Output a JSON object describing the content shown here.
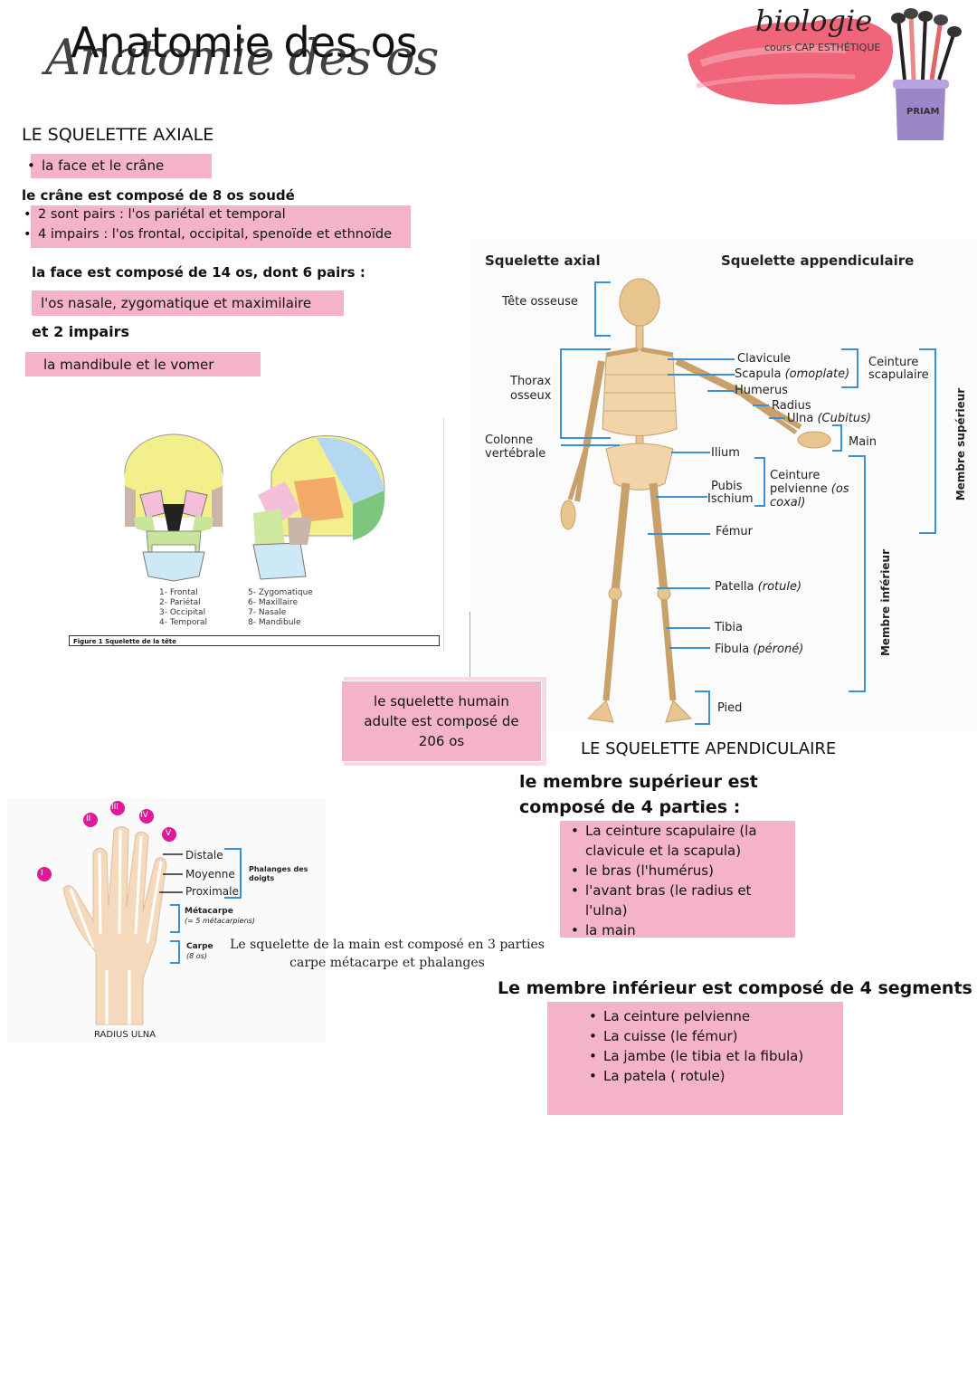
{
  "header": {
    "title": "Anatomie des os",
    "badge": "biologie",
    "subbadge": "cours CAP ESTHÉTIQUE",
    "cup_label": "PRIAM"
  },
  "axial": {
    "heading": "LE SQUELETTE AXIALE",
    "item": "la face et le crâne",
    "skull_heading": "le crâne est composé de 8 os soudé",
    "skull_items": [
      "2 sont pairs : l'os pariétal et temporal",
      "4 impairs : l'os frontal, occipital, spenoïde et ethnoïde"
    ],
    "face_heading": "la face est composé de 14 os, dont 6  pairs :",
    "face_pairs": "l'os nasale, zygomatique et maximilaire",
    "odd_heading": "et 2 impairs",
    "face_odd": "la mandibule et le vomer"
  },
  "skull_figure": {
    "legend_left": [
      "1- Frontal",
      "2- Pariétal",
      "3- Occipital",
      "4- Temporal"
    ],
    "legend_right": [
      "5- Zygomatique",
      "6- Maxillaire",
      "7- Nasale",
      "8- Mandibule"
    ],
    "caption": "Figure 1 Squelette de la tête"
  },
  "skeleton": {
    "title_left": "Squelette axial",
    "title_right": "Squelette appendiculaire",
    "tete": "Tête osseuse",
    "thorax": "Thorax osseux",
    "colonne": "Colonne vertébrale",
    "clavicule": "Clavicule",
    "scapula": "Scapula",
    "scapula_alt": "(omoplate)",
    "humerus": "Humerus",
    "radius": "Radius",
    "ulna": "Ulna",
    "ulna_alt": "(Cubitus)",
    "ceinture_scap": "Ceinture scapulaire",
    "main": "Main",
    "ilium": "Ilium",
    "pubis": "Pubis",
    "ischium": "Ischium",
    "ceinture_pelv": "Ceinture pelvienne",
    "ceinture_pelv_alt": "(os coxal)",
    "femur": "Fémur",
    "patella": "Patella",
    "patella_alt": "(rotule)",
    "tibia": "Tibia",
    "fibula": "Fibula",
    "fibula_alt": "(péroné)",
    "pied": "Pied",
    "membre_sup": "Membre supérieur",
    "membre_inf": "Membre inférieur"
  },
  "count_note": "le squelette humain adulte est composé de 206 os",
  "hand": {
    "roman": [
      "I",
      "II",
      "III",
      "IV",
      "V"
    ],
    "distale": "Distale",
    "moyenne": "Moyenne",
    "proximale": "Proximale",
    "phalanges": "Phalanges des doigts",
    "metacarpe": "Métacarpe",
    "metacarpe_sub": "(= 5 métacarpiens)",
    "carpe": "Carpe",
    "carpe_sub": "(8 os)",
    "radius_ulna": "RADIUS ULNA",
    "note_line1": "Le squelette de la main est composé en 3 parties",
    "note_line2": "carpe métacarpe et phalanges"
  },
  "appendicular": {
    "heading": "LE SQUELETTE APENDICULAIRE",
    "upper_heading_1": "le membre supérieur est",
    "upper_heading_2": "composé de 4 parties :",
    "upper_items": [
      "La ceinture scapulaire (la clavicule et  la scapula)",
      "le bras (l'humérus)",
      "l'avant bras (le radius et l'ulna)",
      "la main"
    ],
    "lower_heading": "Le membre inférieur est composé de 4 segments",
    "lower_items": [
      "La ceinture pelvienne",
      "La cuisse (le fémur)",
      "La jambe (le tibia et la fibula)",
      "La patela ( rotule)"
    ]
  },
  "colors": {
    "highlight": "#f4b3cb",
    "bracket": "#3b8fd6",
    "bone": "#e8c48e",
    "brush": "#e8445a"
  }
}
